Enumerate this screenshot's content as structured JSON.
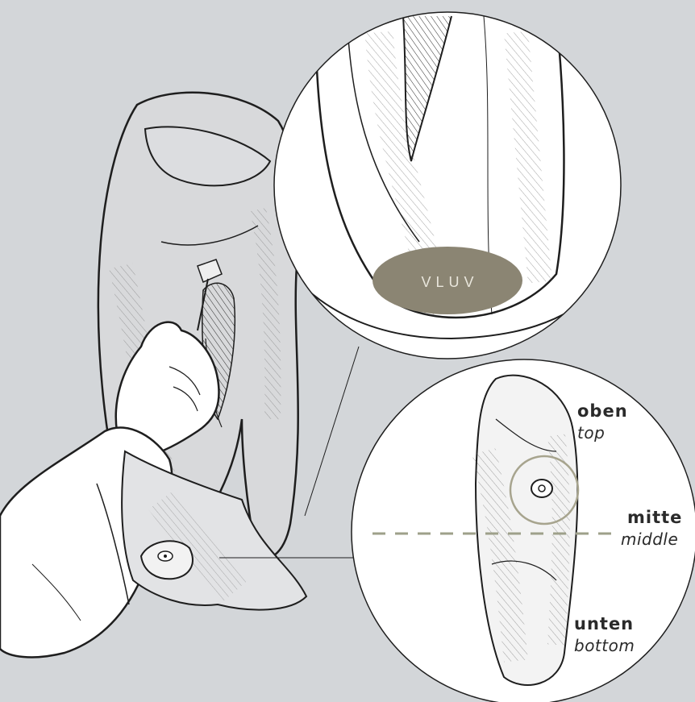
{
  "logo_text": "VLUV",
  "labels": {
    "top_de": "oben",
    "top_en": "top",
    "middle_de": "mitte",
    "middle_en": "middle",
    "bottom_de": "unten",
    "bottom_en": "bottom"
  },
  "colors": {
    "background": "#d3d6d9",
    "line": "#1e1e1e",
    "bag_fill": "#d8d9db",
    "logo_oval": "#8b8573",
    "dashed_line": "#9ea08a",
    "valve_ring": "#a7a48e"
  }
}
